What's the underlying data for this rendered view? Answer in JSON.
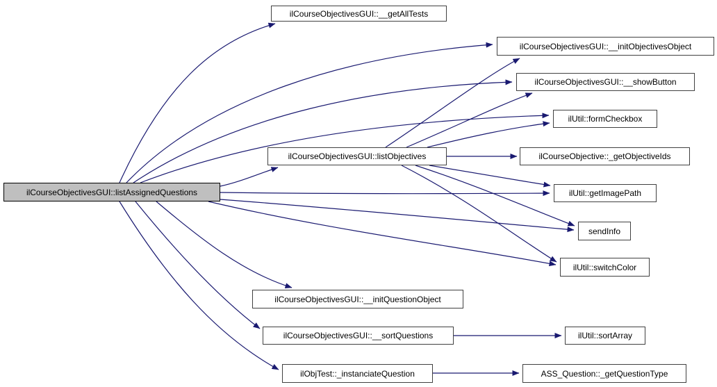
{
  "diagram": {
    "type": "call-graph",
    "background_color": "#ffffff",
    "edge_color": "#191970",
    "node_fill": "#ffffff",
    "node_border_color": "#404040",
    "node_text_color": "#000000",
    "selected_node_fill": "#bfbfbf",
    "selected_node_border_color": "#000000",
    "nodes": [
      {
        "id": "listAssignedQuestions",
        "label": "ilCourseObjectivesGUI::listAssignedQuestions",
        "selected": true
      },
      {
        "id": "getAllTests",
        "label": "ilCourseObjectivesGUI::__getAllTests",
        "selected": false
      },
      {
        "id": "initObjectivesObject",
        "label": "ilCourseObjectivesGUI::__initObjectivesObject",
        "selected": false
      },
      {
        "id": "showButton",
        "label": "ilCourseObjectivesGUI::__showButton",
        "selected": false
      },
      {
        "id": "formCheckbox",
        "label": "ilUtil::formCheckbox",
        "selected": false
      },
      {
        "id": "listObjectives",
        "label": "ilCourseObjectivesGUI::listObjectives",
        "selected": false
      },
      {
        "id": "getObjectiveIds",
        "label": "ilCourseObjective::_getObjectiveIds",
        "selected": false
      },
      {
        "id": "getImagePath",
        "label": "ilUtil::getImagePath",
        "selected": false
      },
      {
        "id": "sendInfo",
        "label": "sendInfo",
        "selected": false
      },
      {
        "id": "switchColor",
        "label": "ilUtil::switchColor",
        "selected": false
      },
      {
        "id": "initQuestionObject",
        "label": "ilCourseObjectivesGUI::__initQuestionObject",
        "selected": false
      },
      {
        "id": "sortQuestions",
        "label": "ilCourseObjectivesGUI::__sortQuestions",
        "selected": false
      },
      {
        "id": "instanciateQuestion",
        "label": "ilObjTest::_instanciateQuestion",
        "selected": false
      },
      {
        "id": "sortArray",
        "label": "ilUtil::sortArray",
        "selected": false
      },
      {
        "id": "getQuestionType",
        "label": "ASS_Question::_getQuestionType",
        "selected": false
      }
    ],
    "edges": [
      {
        "from": "listAssignedQuestions",
        "to": "getAllTests"
      },
      {
        "from": "listAssignedQuestions",
        "to": "initObjectivesObject"
      },
      {
        "from": "listAssignedQuestions",
        "to": "showButton"
      },
      {
        "from": "listAssignedQuestions",
        "to": "formCheckbox"
      },
      {
        "from": "listAssignedQuestions",
        "to": "listObjectives"
      },
      {
        "from": "listAssignedQuestions",
        "to": "getImagePath"
      },
      {
        "from": "listAssignedQuestions",
        "to": "sendInfo"
      },
      {
        "from": "listAssignedQuestions",
        "to": "switchColor"
      },
      {
        "from": "listAssignedQuestions",
        "to": "initQuestionObject"
      },
      {
        "from": "listAssignedQuestions",
        "to": "sortQuestions"
      },
      {
        "from": "listAssignedQuestions",
        "to": "instanciateQuestion"
      },
      {
        "from": "listObjectives",
        "to": "initObjectivesObject"
      },
      {
        "from": "listObjectives",
        "to": "showButton"
      },
      {
        "from": "listObjectives",
        "to": "formCheckbox"
      },
      {
        "from": "listObjectives",
        "to": "getObjectiveIds"
      },
      {
        "from": "listObjectives",
        "to": "getImagePath"
      },
      {
        "from": "listObjectives",
        "to": "sendInfo"
      },
      {
        "from": "listObjectives",
        "to": "switchColor"
      },
      {
        "from": "sortQuestions",
        "to": "sortArray"
      },
      {
        "from": "instanciateQuestion",
        "to": "getQuestionType"
      }
    ]
  }
}
